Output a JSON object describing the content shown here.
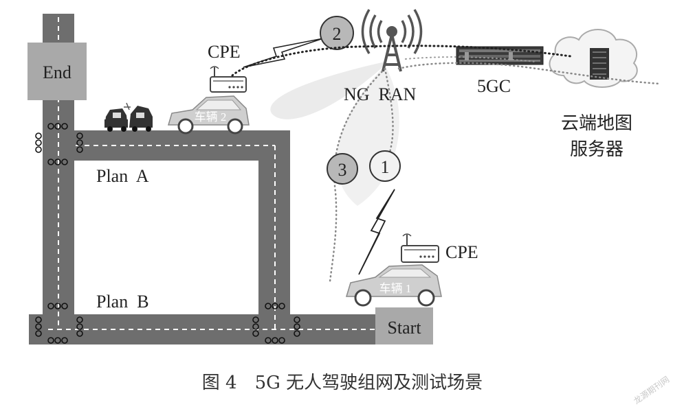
{
  "labels": {
    "end": "End",
    "start": "Start",
    "plan_a": "Plan  A",
    "plan_b": "Plan  B",
    "cpe_top": "CPE",
    "cpe_bottom": "CPE",
    "ng_ran": "NG  RAN",
    "core": "5GC",
    "cloud_line1": "云端地图",
    "cloud_line2": "服务器",
    "vehicle_1": "车辆 1",
    "vehicle_2": "车辆 2",
    "step_1": "1",
    "step_2": "2",
    "step_3": "3"
  },
  "caption": "图 4　5G 无人驾驶组网及测试场景",
  "watermark": "龙源期刊网",
  "colors": {
    "road": "#6e6e6e",
    "road_border": "#555555",
    "road_dash": "#ffffff",
    "end_box": "#a9a9a9",
    "start_box": "#a9a9a9",
    "car_body": "#cfcfcf",
    "circle_gray": "#b8b8b8",
    "circle_light": "#f2f2f2"
  }
}
